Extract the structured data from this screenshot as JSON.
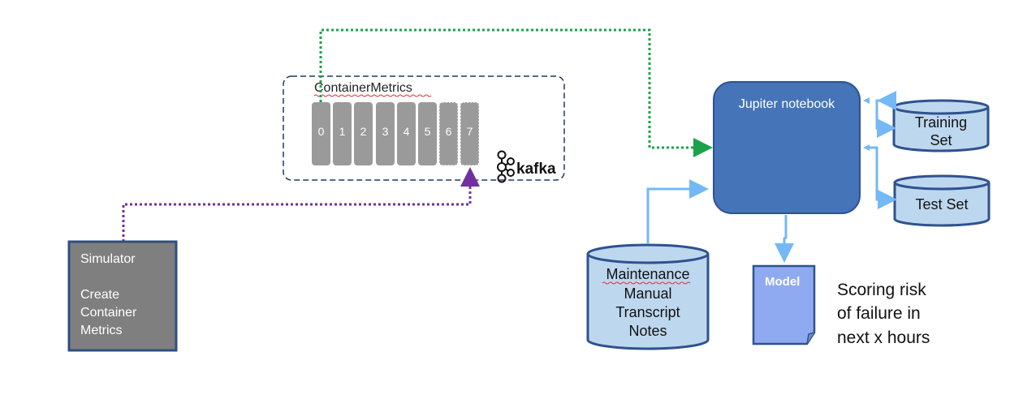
{
  "kafka_box": {
    "title": "ContainerMetrics",
    "partitions": [
      "0",
      "1",
      "2",
      "3",
      "4",
      "5",
      "6",
      "7"
    ],
    "logo_text": "kafka"
  },
  "simulator": {
    "line1": "Simulator",
    "line2": "Create",
    "line3": "Container",
    "line4": "Metrics"
  },
  "notebook": {
    "label": "Jupiter notebook"
  },
  "training_set": {
    "line1": "Training",
    "line2": "Set"
  },
  "test_set": {
    "label": "Test Set"
  },
  "maintenance": {
    "line1": "Maintenance",
    "line2": "Manual",
    "line3": "Transcript",
    "line4": "Notes"
  },
  "model": {
    "label": "Model"
  },
  "scoring_note": {
    "line1": "Scoring risk",
    "line2": "of failure in",
    "line3": "next x hours"
  },
  "colors": {
    "kafka_border": "#1f3864",
    "partition_fill": "#9a9a9a",
    "simulator_fill": "#7f7f7f",
    "notebook_fill": "#4574b8",
    "cylinder_fill": "#bdd7ee",
    "model_fill": "#8faaf0",
    "arrow_blue": "#74b8f5",
    "arrow_green": "#1aa34a",
    "arrow_purple": "#7030a0"
  }
}
